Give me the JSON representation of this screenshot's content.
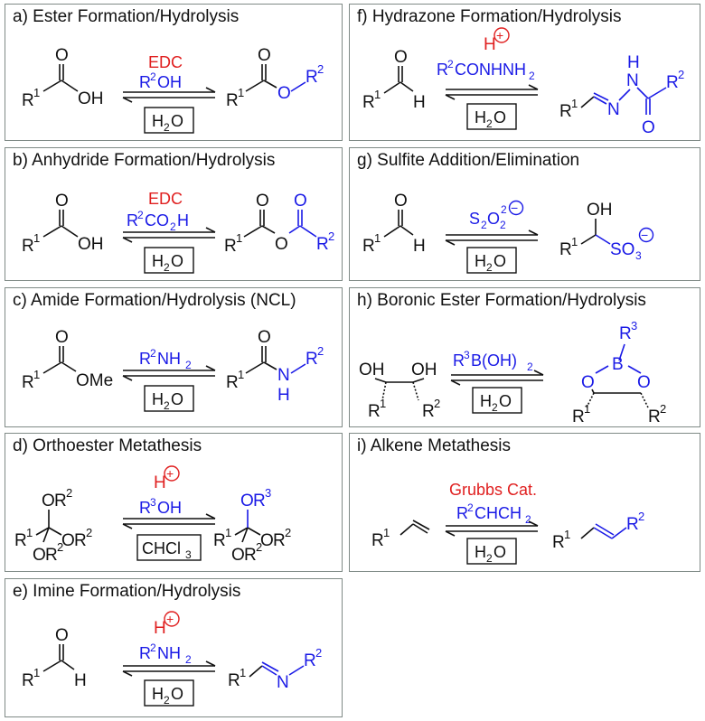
{
  "colors": {
    "product": "#1a1ae6",
    "catalyst": "#e02020",
    "text": "#111111",
    "border": "#7f8a86"
  },
  "panels": [
    {
      "title": "a)  Ester Formation/Hydrolysis"
    },
    {
      "title": "b)  Anhydride Formation/Hydrolysis"
    },
    {
      "title": "c)  Amide Formation/Hydrolysis (NCL)"
    },
    {
      "title": "d)  Orthoester Metathesis"
    },
    {
      "title": "e)  Imine Formation/Hydrolysis"
    },
    {
      "title": "f)   Hydrazone Formation/Hydrolysis"
    },
    {
      "title": "g)  Sulfite Addition/Elimination"
    },
    {
      "title": "h)  Boronic Ester Formation/Hydrolysis"
    },
    {
      "title": "i)   Alkene Metathesis"
    }
  ],
  "labels": {
    "R": "R",
    "one": "1",
    "two": "2",
    "three": "3",
    "O": "O",
    "OH": "OH",
    "H": "H",
    "N": "N",
    "B": "B",
    "Me": "OMe",
    "EDC": "EDC",
    "H2O": "H",
    "H2O_2": "2",
    "H2O_O": "O",
    "CHCl": "CHCl",
    "CHCl_3": "3",
    "grubbs": "Grubbs Cat.",
    "R2OH": "OH",
    "R2CO2H_a": "CO",
    "R2CO2H_b": "H",
    "R2NH": "NH",
    "R3OH": "OH",
    "R2CONHNH": "CONHNH",
    "S2O4_S": "S",
    "S2O4_O": "O",
    "SO": "SO",
    "B_OH": "B(OH)",
    "CHCH": "CHCH",
    "plus": "+",
    "minus": "−"
  }
}
